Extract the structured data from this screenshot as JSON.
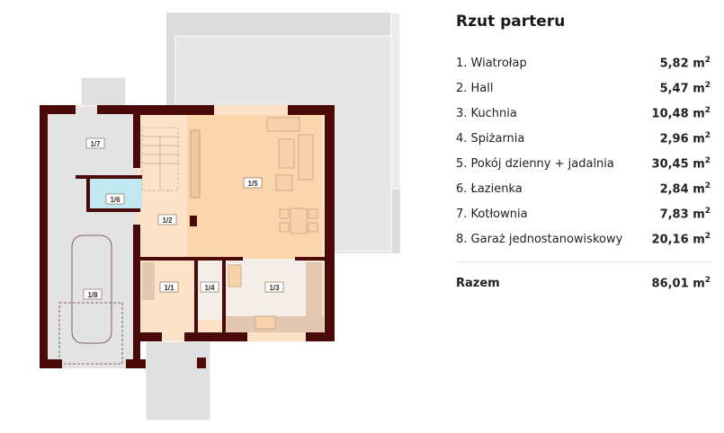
{
  "title": "Rzut parteru",
  "unit": "m",
  "unit_exp": "2",
  "rooms": [
    {
      "name": "1. Wiatrołap",
      "area": "5,82"
    },
    {
      "name": "2. Hall",
      "area": "5,47"
    },
    {
      "name": "3. Kuchnia",
      "area": "10,48"
    },
    {
      "name": "4. Spiżarnia",
      "area": "2,96"
    },
    {
      "name": "5. Pokój dzienny + jadalnia",
      "area": "30,45"
    },
    {
      "name": "6. Łazienka",
      "area": "2,84"
    },
    {
      "name": "7. Kotłownia",
      "area": "7,83"
    },
    {
      "name": "8. Garaż jednostanowiskowy",
      "area": "20,16"
    }
  ],
  "total": {
    "label": "Razem",
    "area": "86,01"
  },
  "plan_labels": {
    "r1": "1/1",
    "r2": "1/2",
    "r3": "1/3",
    "r4": "1/4",
    "r5": "1/5",
    "r6": "1/6",
    "r7": "1/7",
    "r8": "1/8"
  },
  "colors": {
    "wall": "#4a0a0a",
    "living": "#fbd9b5",
    "hall": "#fce3c8",
    "bath": "#bfe8f0",
    "garage": "#e3e3e3"
  }
}
